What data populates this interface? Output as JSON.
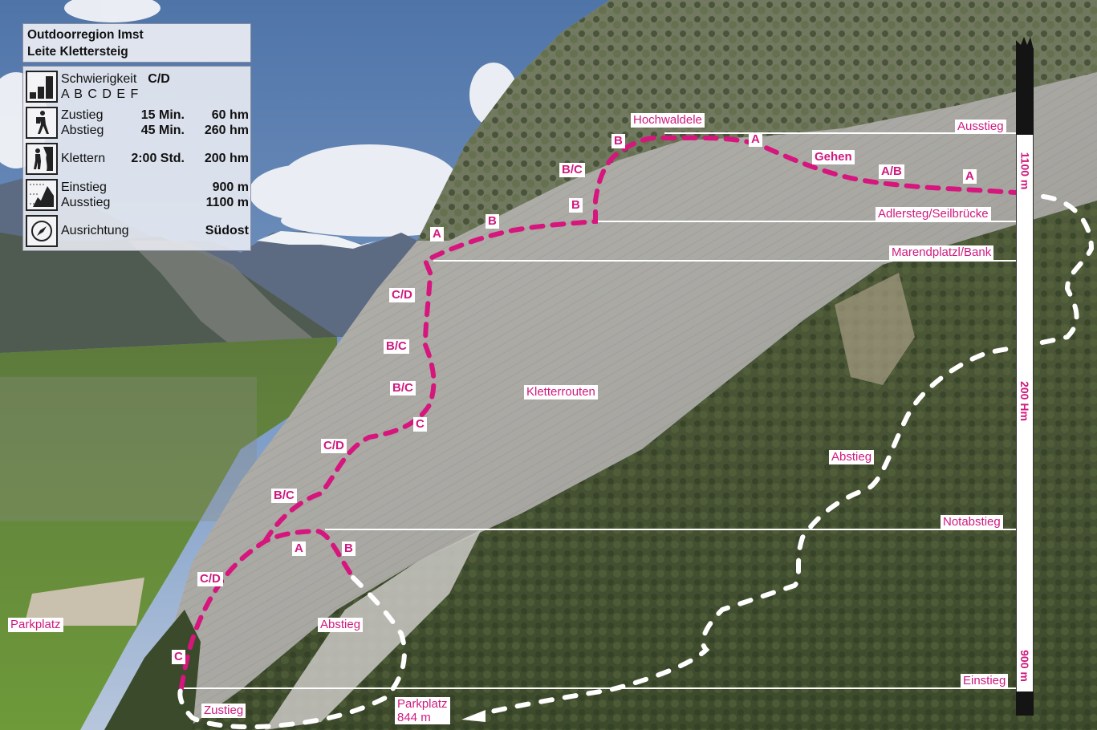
{
  "infobox": {
    "region": "Outdoorregion Imst",
    "route_name": "Leite Klettersteig",
    "rows": [
      {
        "icon": "difficulty-bars-icon",
        "label": "Schwierigkeit",
        "value": "C/D",
        "scale": "A B C D E F"
      },
      {
        "icon": "hiker-icon",
        "lines": [
          {
            "label": "Zustieg",
            "time": "15 Min.",
            "elevation": "60 hm"
          },
          {
            "label": "Abstieg",
            "time": "45 Min.",
            "elevation": "260 hm"
          }
        ]
      },
      {
        "icon": "climber-icon",
        "lines": [
          {
            "label": "Klettern",
            "time": "2:00 Std.",
            "elevation": "200 hm"
          }
        ]
      },
      {
        "icon": "altitude-profile-icon",
        "lines": [
          {
            "label": "Einstieg",
            "time": "",
            "elevation": "900 m"
          },
          {
            "label": "Ausstieg",
            "time": "",
            "elevation": "1100 m"
          }
        ]
      },
      {
        "icon": "compass-icon",
        "label": "Ausrichtung",
        "value": "Südost"
      }
    ]
  },
  "waypoints": {
    "hochwaldele": "Hochwaldele",
    "ausstieg": "Ausstieg",
    "gehen": "Gehen",
    "adlersteg": "Adlersteg/Seilbrücke",
    "marendplatzl": "Marendplatzl/Bank",
    "kletterrouten": "Kletterrouten",
    "abstieg_right": "Abstieg",
    "notabstieg": "Notabstieg",
    "abstieg_left": "Abstieg",
    "parkplatz_left": "Parkplatz",
    "zustieg": "Zustieg",
    "parkplatz_bottom_1": "Parkplatz",
    "parkplatz_bottom_2": "844 m",
    "einstieg": "Einstieg"
  },
  "grades": {
    "g1": "B",
    "g2": "B/C",
    "g3": "B",
    "g4": "A",
    "g5": "A/B",
    "g6": "A",
    "g7": "A",
    "g8": "B",
    "g9": "C/D",
    "g10": "B/C",
    "g11": "B/C",
    "g12": "C",
    "g13": "C/D",
    "g14": "B/C",
    "g15": "A",
    "g16": "B",
    "g17": "C/D",
    "g18": "C"
  },
  "scale": {
    "top": "1100 m",
    "middle": "200 Hm",
    "bottom": "900 m"
  },
  "colors": {
    "route": "#d6157d",
    "descent": "#ffffff",
    "label_text": "#cf1a7f"
  }
}
